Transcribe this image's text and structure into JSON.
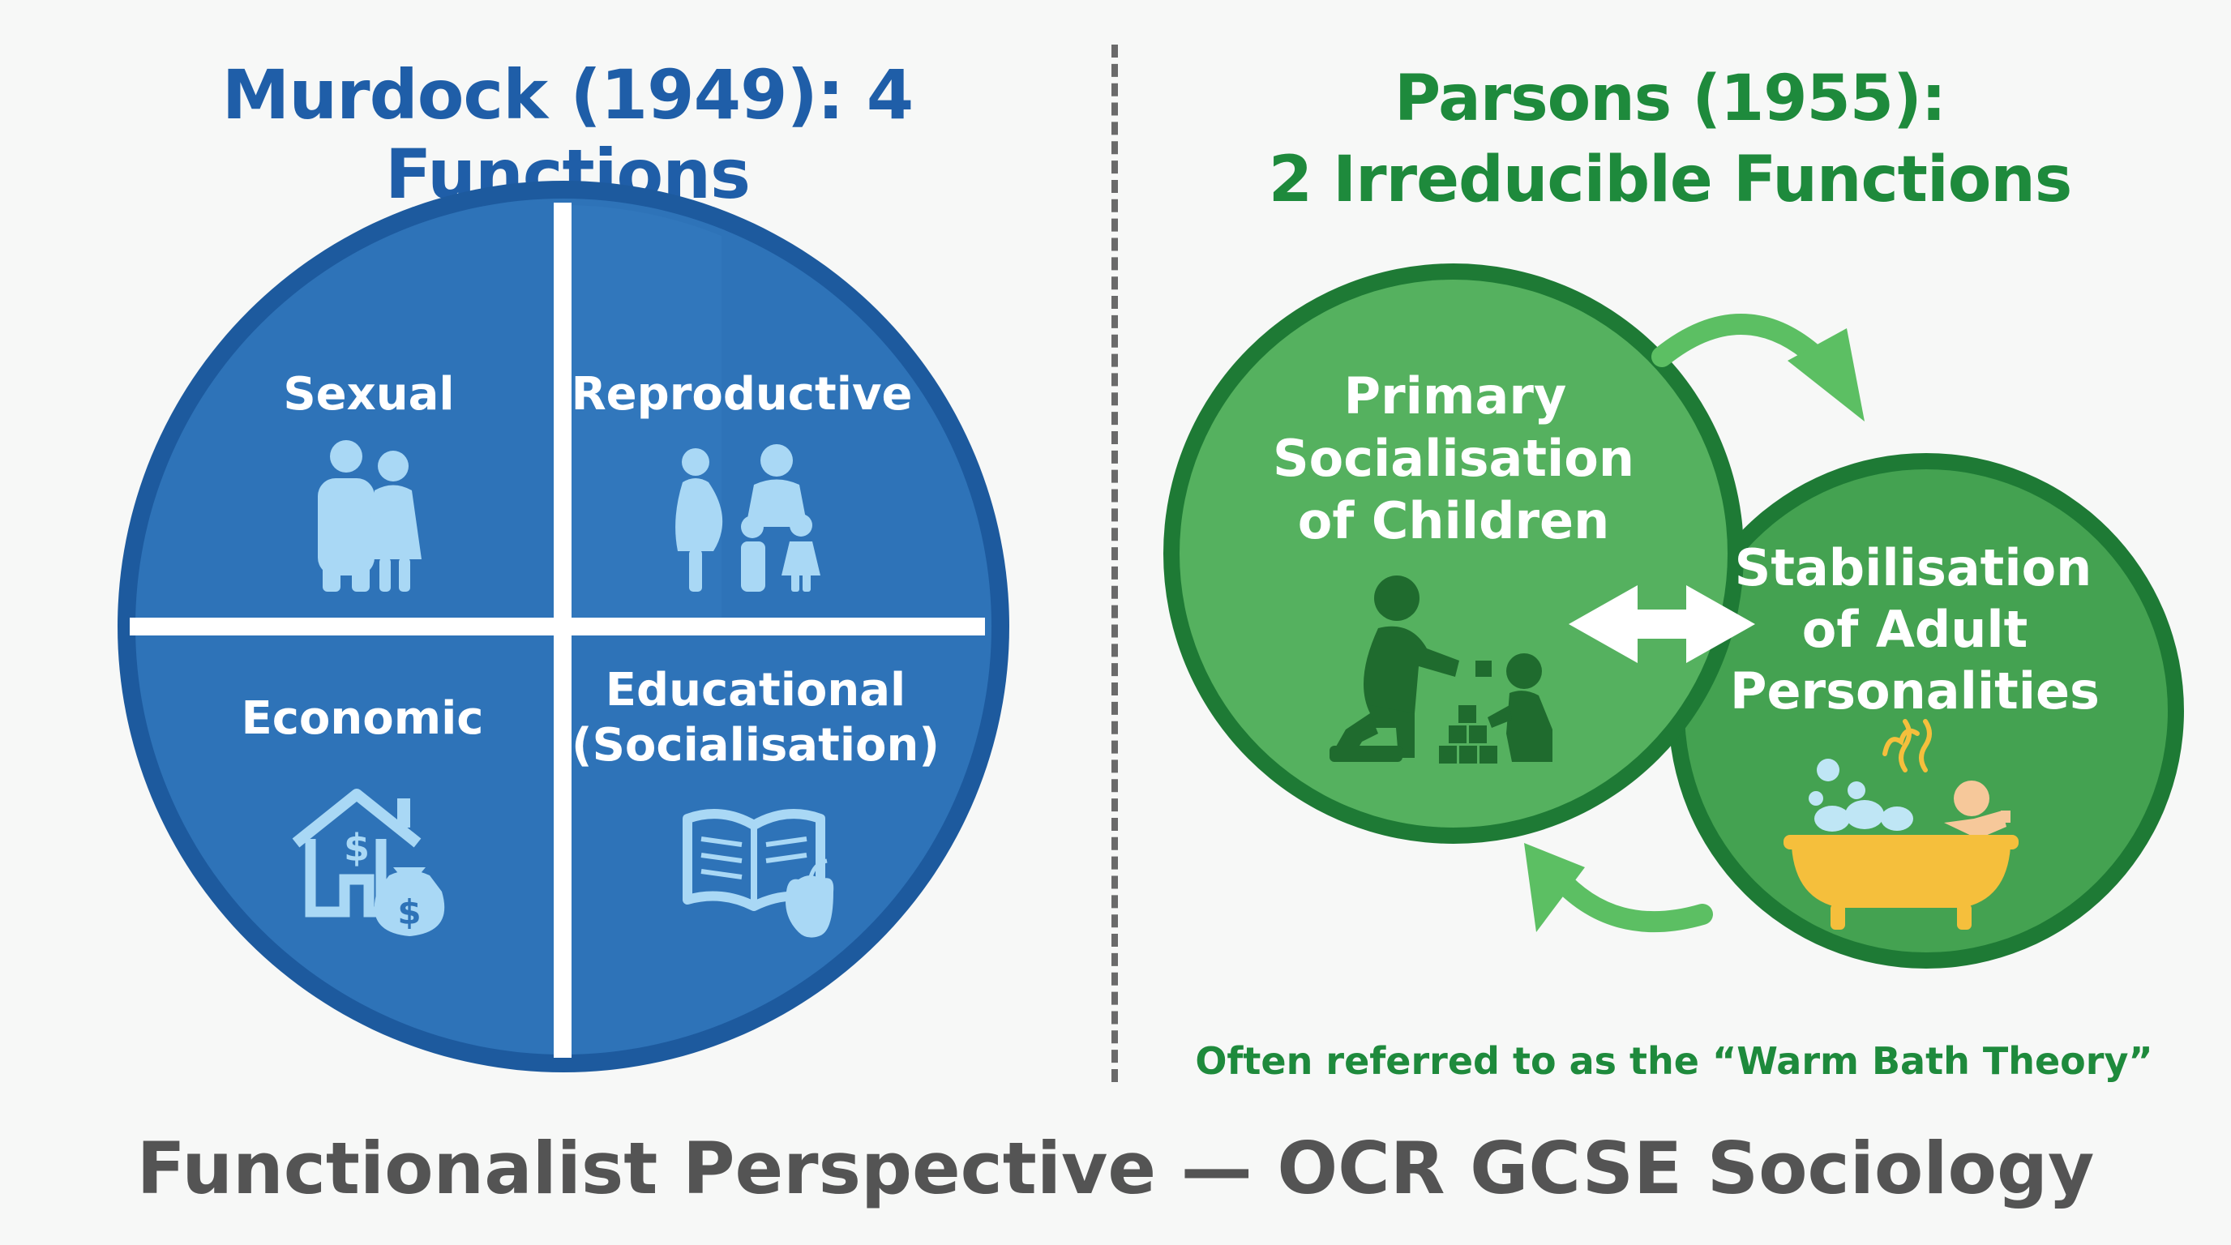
{
  "murdock": {
    "title": "Murdock (1949): 4 Functions",
    "quadrants": [
      {
        "label": "Sexual",
        "icon": "couple-icon"
      },
      {
        "label": "Reproductive",
        "icon": "family-icon"
      },
      {
        "label": "Economic",
        "icon": "house-money-icon"
      },
      {
        "label_lines": [
          "Educational",
          "(Socialisation)"
        ],
        "icon": "book-apple-icon"
      }
    ],
    "colors": {
      "circle": "#2e73b8",
      "border": "#1d5a9e",
      "icon": "#a9d8f5"
    }
  },
  "parsons": {
    "title_lines": [
      "Parsons (1955):",
      "2 Irreducible Functions"
    ],
    "functions": [
      {
        "label_lines": [
          "Primary",
          "Socialisation",
          "of Children"
        ],
        "icon": "parent-child-blocks-icon"
      },
      {
        "label_lines": [
          "Stabilisation",
          "of Adult",
          "Personalities"
        ],
        "icon": "bathtub-icon"
      }
    ],
    "note": "Often referred to as the “Warm Bath Theory”",
    "colors": {
      "circle": "#4fa85a",
      "border": "#1e7a35",
      "arrow": "#5cbf63",
      "bath": "#f5bf3c"
    }
  },
  "footer": "Functionalist Perspective — OCR GCSE Sociology"
}
